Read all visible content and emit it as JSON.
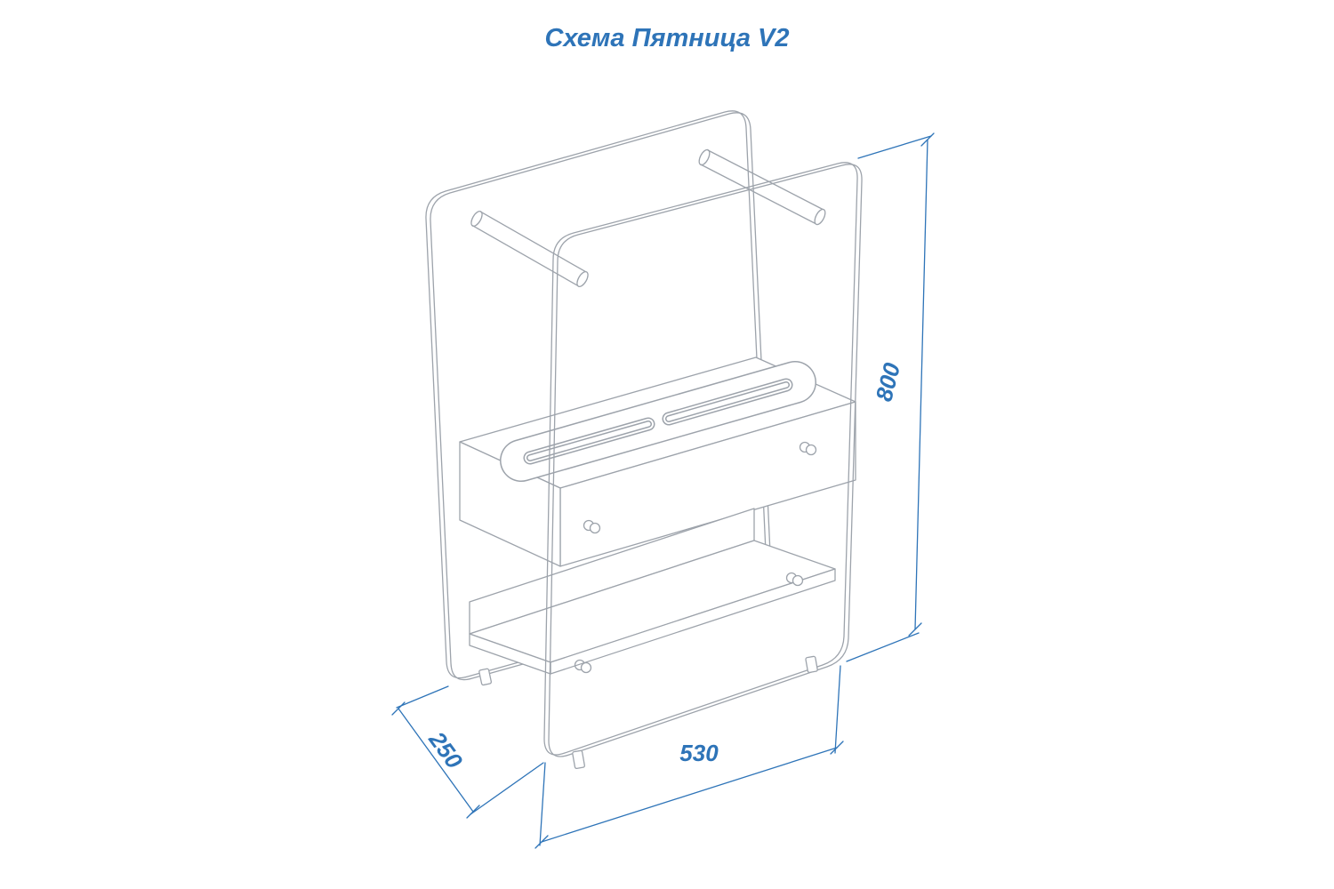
{
  "title": "Схема Пятница V2",
  "dimensions": {
    "height": "800",
    "width": "530",
    "depth": "250"
  },
  "colors": {
    "background": "#ffffff",
    "outline": "#9da3ab",
    "accent": "#2e74b8"
  }
}
